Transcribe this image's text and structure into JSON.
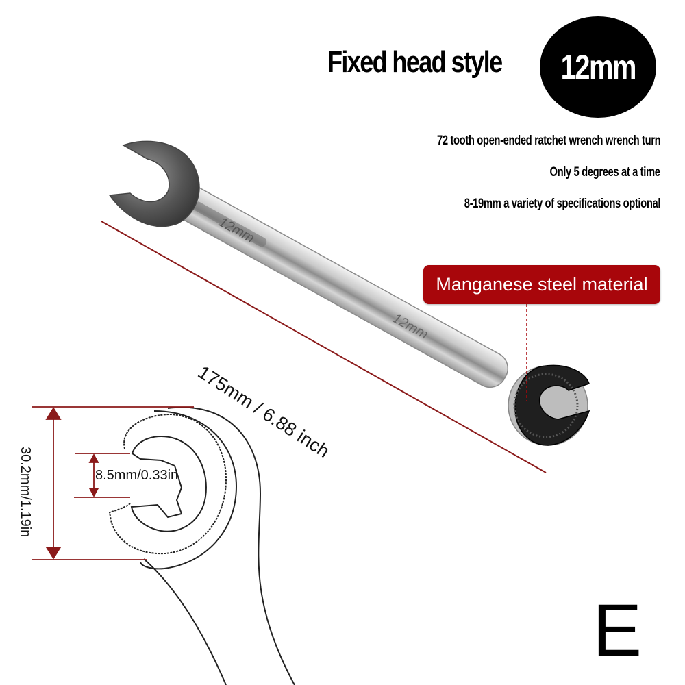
{
  "header": {
    "title": "Fixed head style",
    "size_badge": "12mm"
  },
  "features": [
    "72 tooth open-ended ratchet wrench wrench turn",
    "Only 5 degrees at a time",
    "8-19mm a variety of specifications optional"
  ],
  "material_tag": "Manganese steel material",
  "dimensions": {
    "length": "175mm / 6.88 inch",
    "opening": "8.5mm/0.33in",
    "head_width": "30.2mm/1.19in"
  },
  "wrench_engraving": "12mm",
  "variant_label": "E",
  "colors": {
    "accent_red": "#a8060b",
    "dimension_line": "#8b1a1a",
    "badge_bg": "#000000"
  }
}
